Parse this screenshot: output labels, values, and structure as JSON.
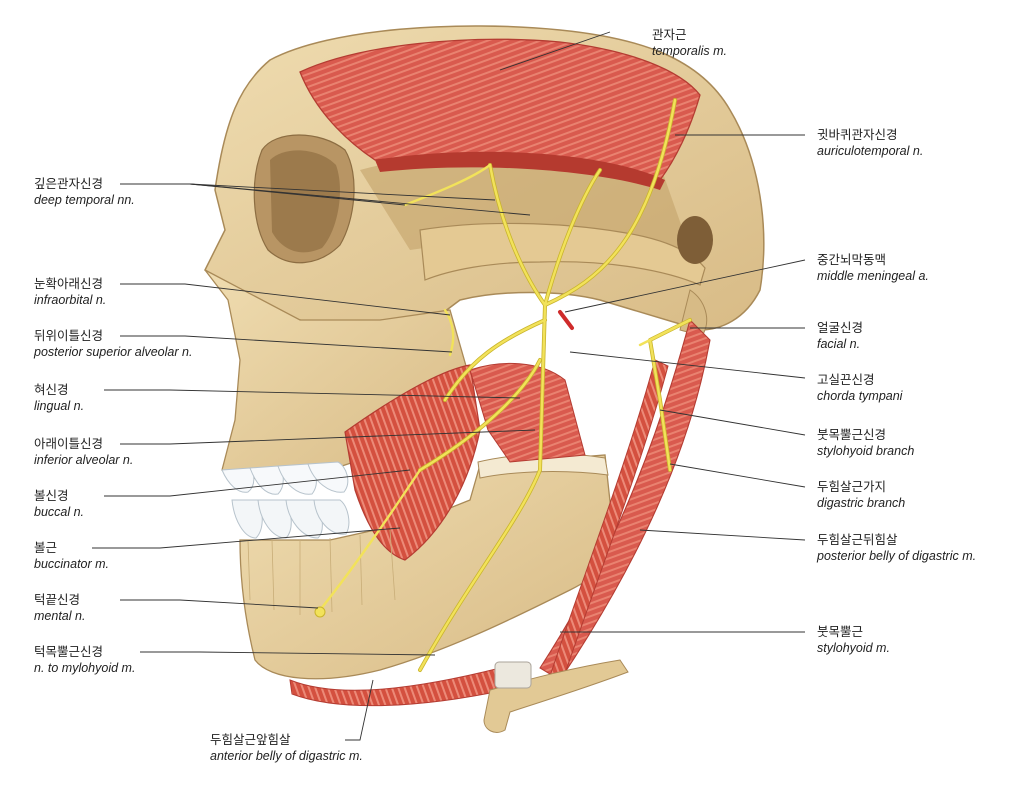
{
  "colors": {
    "bone": "#e6cf9f",
    "bone_shadow": "#c9ad7a",
    "muscle": "#d9534a",
    "muscle_light": "#ee8a75",
    "nerve": "#f2e25a",
    "tendon": "#e8e4da",
    "tooth": "#f6f8fa"
  },
  "labels": {
    "temporalis": {
      "ko": "관자근",
      "en": "temporalis m."
    },
    "auriculotemporal": {
      "ko": "귓바퀴관자신경",
      "en": "auriculotemporal n."
    },
    "deep_temporal": {
      "ko": "깊은관자신경",
      "en": "deep temporal nn."
    },
    "middle_meningeal": {
      "ko": "중간뇌막동맥",
      "en": "middle meningeal a."
    },
    "infraorbital": {
      "ko": "눈확아래신경",
      "en": "infraorbital n."
    },
    "facial": {
      "ko": "얼굴신경",
      "en": "facial n."
    },
    "posterior_superior_alveolar": {
      "ko": "뒤위이틀신경",
      "en": "posterior superior alveolar n."
    },
    "chorda_tympani": {
      "ko": "고실끈신경",
      "en": "chorda tympani"
    },
    "lingual": {
      "ko": "혀신경",
      "en": "lingual n."
    },
    "stylohyoid_branch": {
      "ko": "붓목뿔근신경",
      "en": "stylohyoid branch"
    },
    "inferior_alveolar": {
      "ko": "아래이틀신경",
      "en": "inferior alveolar n."
    },
    "digastric_branch": {
      "ko": "두힘살근가지",
      "en": "digastric branch"
    },
    "buccal": {
      "ko": "볼신경",
      "en": "buccal n."
    },
    "posterior_belly": {
      "ko": "두힘살근뒤힘살",
      "en": "posterior belly of digastric m."
    },
    "buccinator": {
      "ko": "볼근",
      "en": "buccinator m."
    },
    "mental": {
      "ko": "턱끝신경",
      "en": "mental n."
    },
    "stylohyoid": {
      "ko": "붓목뿔근",
      "en": "stylohyoid m."
    },
    "mylohyoid": {
      "ko": "턱목뿔근신경",
      "en": "n. to mylohyoid m."
    },
    "anterior_belly": {
      "ko": "두힘살근앞힘살",
      "en": "anterior belly of digastric m."
    }
  }
}
